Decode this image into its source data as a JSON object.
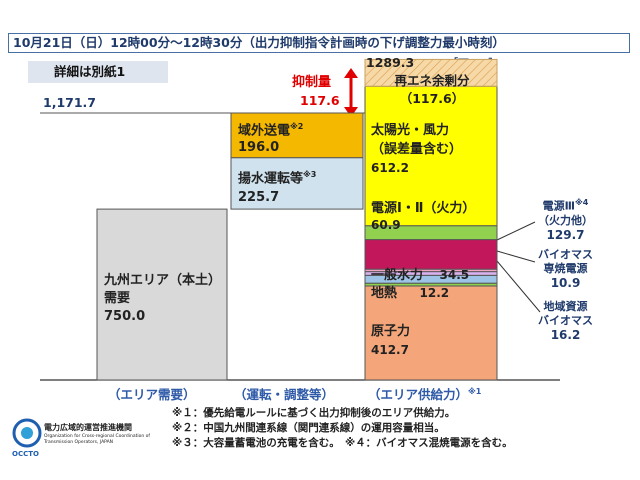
{
  "title": "10月21日（日）12時00分～12時30分（出力抑制指令計画時の下げ調整力最小時刻）",
  "detail_label": "詳細は別紙1",
  "unit": "［万kW］",
  "chart_data": {
    "type": "bar",
    "title": "10月21日（日）12時00分～12時30分（出力抑制指令計画時の下げ調整力最小時刻）",
    "unit": "万kW",
    "total_supply": "1289.3",
    "demand_plus_adjust": "1,171.7",
    "curtail_label": "抑制量",
    "curtail_value": "117.6",
    "categories": [
      "（エリア需要）",
      "（運転・調整等）",
      "（エリア供給力）"
    ],
    "category_sup": [
      "",
      "",
      "※1"
    ],
    "demand": [
      {
        "name": "九州エリア（本土）",
        "name2": "需要",
        "value": 750.0,
        "display": "750.0",
        "color": "#d9d9d9"
      }
    ],
    "adjust": [
      {
        "name": "揚水運転等",
        "sup": "※3",
        "value": 225.7,
        "display": "225.7",
        "color": "#cfe2ee"
      },
      {
        "name": "域外送電",
        "sup": "※2",
        "value": 196.0,
        "display": "196.0",
        "color": "#f5b800"
      }
    ],
    "supply": [
      {
        "name": "原子力",
        "value": 412.7,
        "display": "412.7",
        "color": "#f4a67a"
      },
      {
        "name": "地熱",
        "value": 12.2,
        "display": "12.2",
        "color": "#92d050"
      },
      {
        "name": "一般水力",
        "value": 34.5,
        "display": "34.5",
        "color": "#9dc3e6"
      },
      {
        "name": "地域資源バイオマス",
        "value": 16.2,
        "display": "16.2",
        "color": "#d9b3f0"
      },
      {
        "name": "バイオマス専焼電源",
        "value": 10.9,
        "display": "10.9",
        "color": "#f2a3c7"
      },
      {
        "name": "電源Ⅲ（火力他）",
        "value": 129.7,
        "display": "129.7",
        "color": "#c2185b"
      },
      {
        "name": "電源Ⅰ・Ⅱ（火力）",
        "value": 60.9,
        "display": "60.9",
        "color": "#92d050"
      },
      {
        "name": "太陽光・風力",
        "name2": "（誤差量含む）",
        "value": 612.2,
        "display": "612.2",
        "color": "#ffff00"
      },
      {
        "name": "再エネ余剰分",
        "value": 117.6,
        "display": "（117.6）",
        "color": "#f7d9a8"
      }
    ],
    "side_labels": [
      {
        "line1": "電源Ⅲ",
        "sup": "※4",
        "line2": "（火力他）",
        "value": "129.7"
      },
      {
        "line1": "バイオマス",
        "line2": "専焼電源",
        "value": "10.9"
      },
      {
        "line1": "地域資源",
        "line2": "バイオマス",
        "value": "16.2"
      }
    ]
  },
  "notes": [
    "※１：優先給電ルールに基づく出力抑制後のエリア供給力。",
    "※２：中国九州間連系線（関門連系線）の運用容量相当。",
    "※３：大容量蓄電池の充電を含む。　※４：バイオマス混焼電源を含む。"
  ],
  "logo": {
    "name": "電力広域的運営推進機関",
    "english1": "Organization for Cross-regional Coordination of",
    "english2": "Transmission Operators, JAPAN",
    "abbr": "OCCTO"
  }
}
